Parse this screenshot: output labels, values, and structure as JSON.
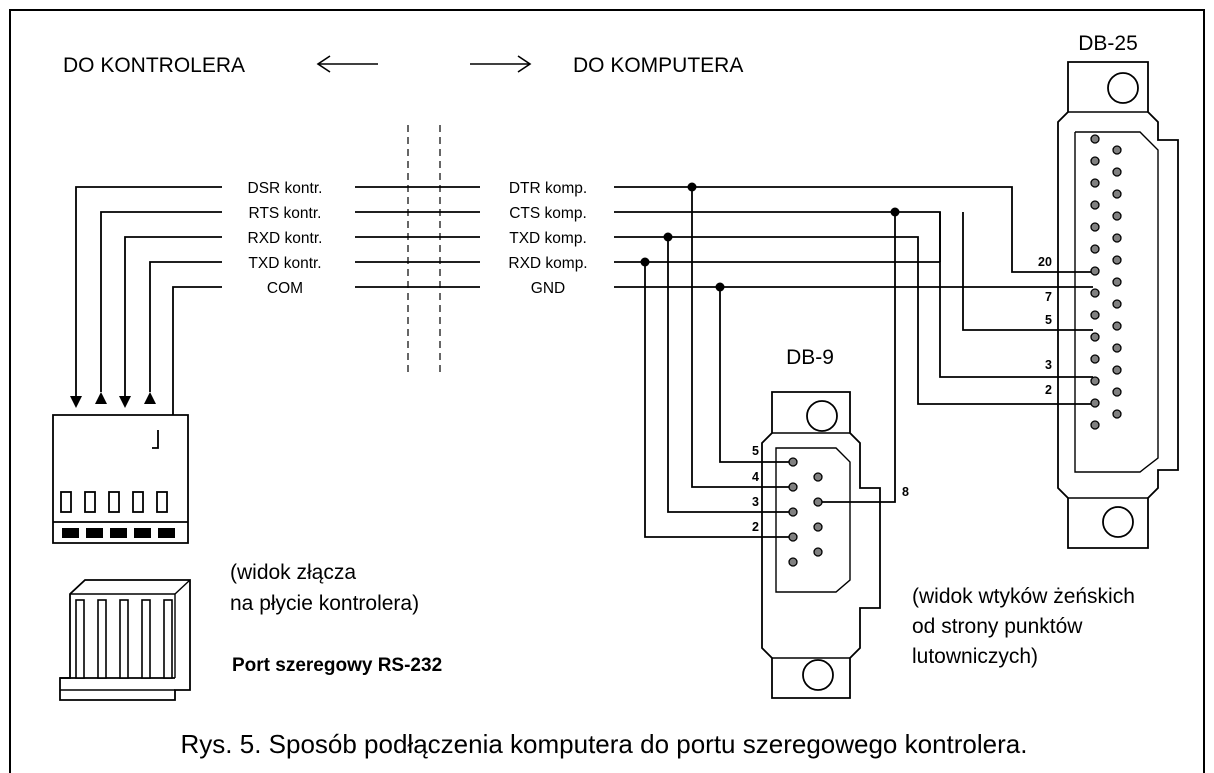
{
  "header": {
    "left": "DO KONTROLERA",
    "right": "DO KOMPUTERA"
  },
  "signals": {
    "controller": [
      "DSR kontr.",
      "RTS kontr.",
      "RXD kontr.",
      "TXD kontr.",
      "COM"
    ],
    "computer": [
      "DTR komp.",
      "CTS komp.",
      "TXD komp.",
      "RXD komp.",
      "GND"
    ]
  },
  "db25": {
    "title": "DB-25",
    "pins": [
      "20",
      "7",
      "5",
      "3",
      "2"
    ]
  },
  "db9": {
    "title": "DB-9",
    "pins_left": [
      "5",
      "4",
      "3",
      "2"
    ],
    "pin_right": "8"
  },
  "notes": {
    "controller_view": [
      "(widok złącza",
      "na płycie kontrolera)"
    ],
    "port": "Port szeregowy RS-232",
    "connector_view": [
      "(widok wtyków żeńskich",
      "od strony punktów",
      "lutowniczych)"
    ]
  },
  "caption": "Rys. 5. Sposób podłączenia komputera do portu szeregowego kontrolera."
}
